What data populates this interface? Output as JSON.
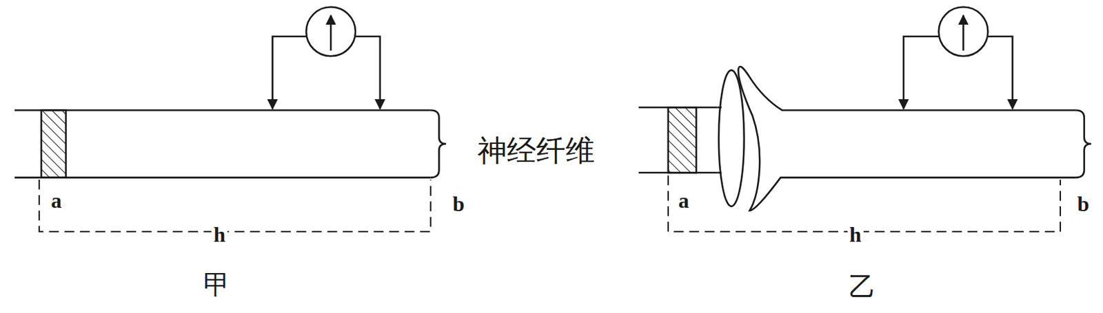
{
  "diagram": {
    "labels": [
      "神经纤维",
      "a",
      "b",
      "h",
      "甲",
      "a",
      "b",
      "h",
      "乙"
    ]
  }
}
